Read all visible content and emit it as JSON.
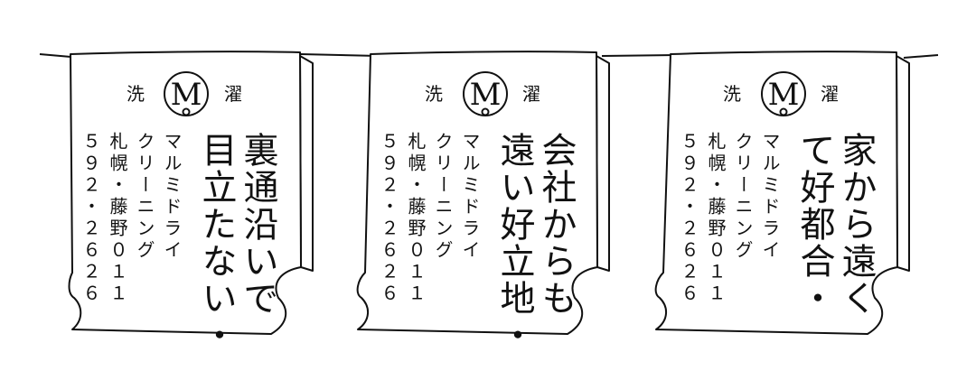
{
  "colors": {
    "ink": "#111111",
    "paper": "#ffffff"
  },
  "logo_icon": "m-monogram-logo",
  "banners": [
    {
      "header_left": "洗",
      "header_right": "濯",
      "headline_cols": [
        "裏通沿いで",
        "目立たない・"
      ],
      "info_cols": [
        "マルミドライ",
        "クリーニング",
        "札幌・藤野０１１",
        "５９２・２６２６"
      ]
    },
    {
      "header_left": "洗",
      "header_right": "濯",
      "headline_cols": [
        "会社からも",
        "遠い好立地・"
      ],
      "info_cols": [
        "マルミドライ",
        "クリーニング",
        "札幌・藤野０１１",
        "５９２・２６２６"
      ]
    },
    {
      "header_left": "洗",
      "header_right": "濯",
      "headline_cols": [
        "家から遠く",
        "て好都合・"
      ],
      "info_cols": [
        "マルミドライ",
        "クリーニング",
        "札幌・藤野０１１",
        "５９２・２６２６"
      ]
    }
  ]
}
